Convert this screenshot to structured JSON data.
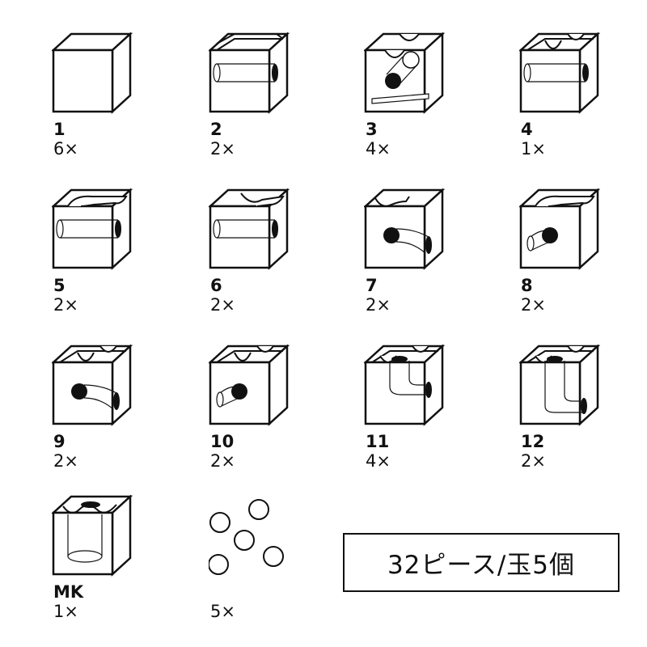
{
  "pieces": [
    {
      "id": "1",
      "count": "6×"
    },
    {
      "id": "2",
      "count": "2×"
    },
    {
      "id": "3",
      "count": "4×"
    },
    {
      "id": "4",
      "count": "1×"
    },
    {
      "id": "5",
      "count": "2×"
    },
    {
      "id": "6",
      "count": "2×"
    },
    {
      "id": "7",
      "count": "2×"
    },
    {
      "id": "8",
      "count": "2×"
    },
    {
      "id": "9",
      "count": "2×"
    },
    {
      "id": "10",
      "count": "2×"
    },
    {
      "id": "11",
      "count": "4×"
    },
    {
      "id": "12",
      "count": "2×"
    },
    {
      "id": "MK",
      "count": "1×"
    },
    {
      "id": "",
      "count": "5×"
    }
  ],
  "summary_label": "32ピース/玉5個",
  "colors": {
    "line": "#111111",
    "background": "#ffffff"
  }
}
